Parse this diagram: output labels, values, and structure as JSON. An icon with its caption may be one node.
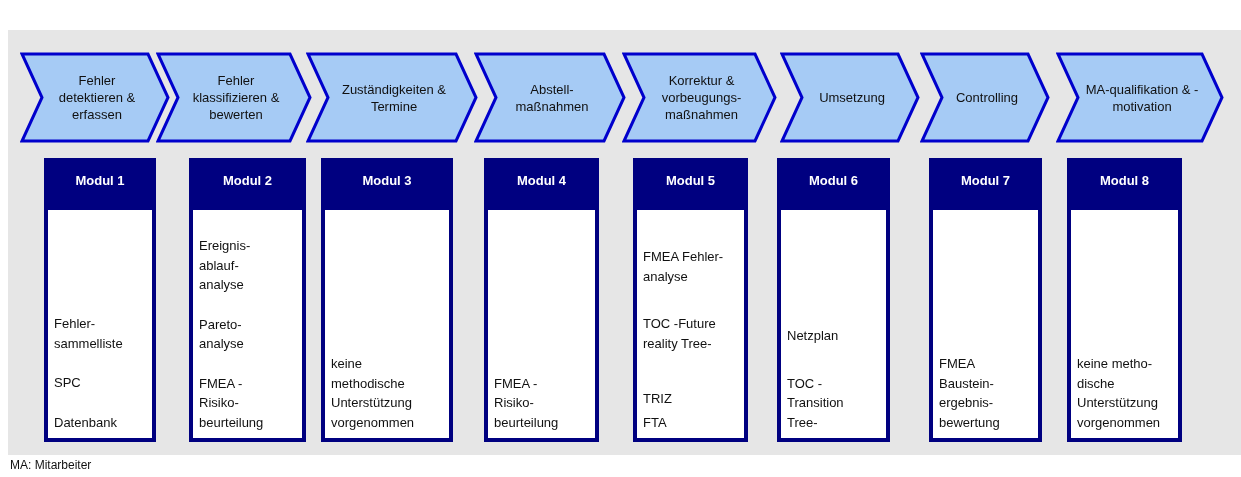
{
  "diagram": {
    "nodes": [
      {
        "text": [
          "Fehler detektieren & erfassen"
        ]
      },
      {
        "text": [
          "Fehler klassifizieren & bewerten"
        ]
      },
      {
        "text": [
          "Zuständigkeiten & Termine"
        ]
      },
      {
        "text": [
          "Abstell- maßnahmen"
        ]
      },
      {
        "text": [
          "Korrektur & vorbeugungs- maßnahmen"
        ]
      },
      {
        "text": [
          "Umsetzung"
        ]
      },
      {
        "text": [
          "Controlling"
        ]
      },
      {
        "text": [
          "MA-qualifikation & -motivation"
        ]
      },
      {
        "text": [
          "Modul 1",
          "Fehler- sammelliste",
          "SPC",
          "Datenbank"
        ]
      },
      {
        "text": [
          "Modul 2",
          "Ereignis- ablauf- analyse",
          "Pareto- analyse",
          "FMEA - Risiko- beurteilung"
        ]
      },
      {
        "text": [
          "Modul 3",
          "keine methodische Unterstützung vorgenommen"
        ]
      },
      {
        "text": [
          "Modul 4",
          "FMEA - Risiko- beurteilung"
        ]
      },
      {
        "text": [
          "Modul 5",
          "FMEA Fehler- analyse",
          "TOC -Future reality Tree-",
          "TRIZ",
          "FTA"
        ]
      },
      {
        "text": [
          "Modul 6",
          "Netzplan",
          "TOC - Transition Tree-"
        ]
      },
      {
        "text": [
          "Modul 7",
          "FMEA Baustein- ergebnis- bewertung"
        ]
      },
      {
        "text": [
          "Modul 8",
          "keine metho- dische Unterstützung vorgenommen"
        ]
      }
    ],
    "edges": [],
    "labels": [
      "MA: Mitarbeiter"
    ]
  }
}
